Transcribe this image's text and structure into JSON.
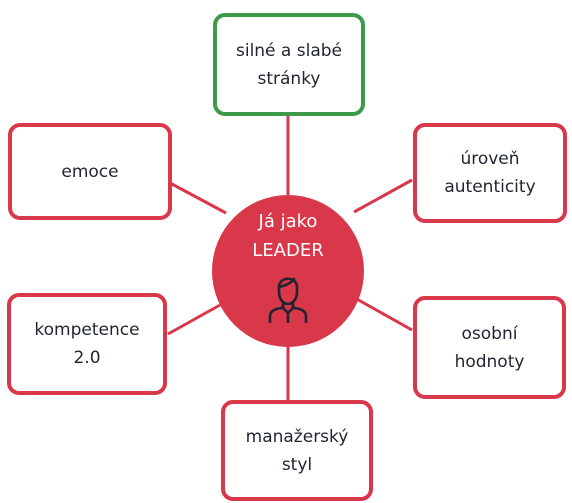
{
  "center": {
    "title": "Já jako\nLEADER",
    "icon": "person-icon"
  },
  "nodes": {
    "top": "silné a slabé\nstránky",
    "left_top": "emoce",
    "right_top": "úroveň\nautenticity",
    "left_bottom": "kompetence\n2.0",
    "right_bottom": "osobní\nhodnoty",
    "bottom": "manažerský\nstyl"
  },
  "colors": {
    "accent": "#d9374a",
    "highlight": "#3c9a48",
    "text": "#1f2430"
  }
}
